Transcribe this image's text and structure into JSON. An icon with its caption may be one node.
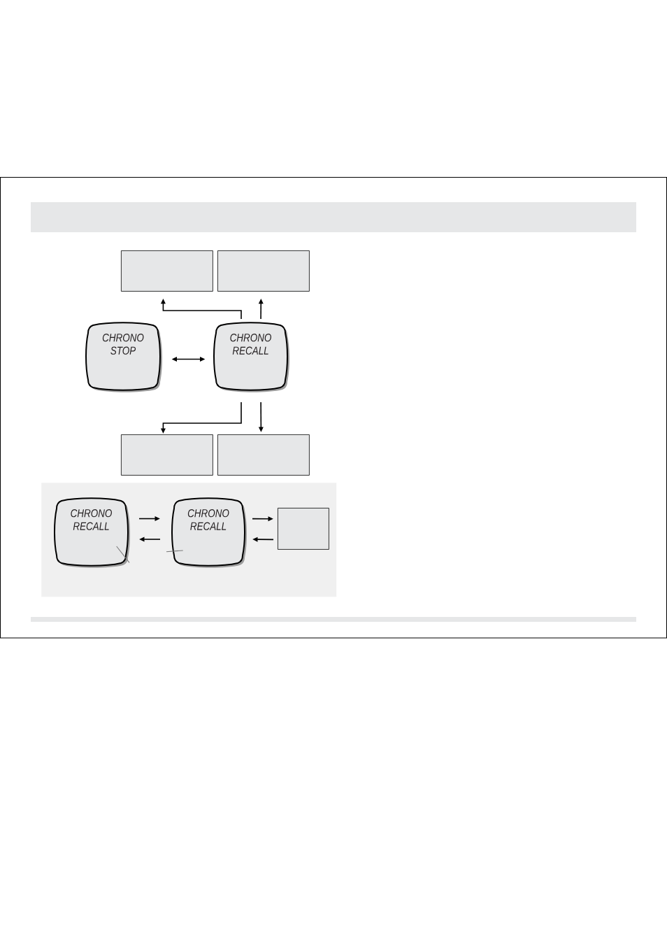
{
  "diagram": {
    "nodes": [
      {
        "text": [],
        "shape": "box"
      },
      {
        "text": [],
        "shape": "box"
      },
      {
        "text": [
          "CHRONO STOP"
        ]
      },
      {
        "text": [
          "CHRONO RECALL"
        ]
      },
      {
        "text": [],
        "shape": "box"
      },
      {
        "text": [],
        "shape": "box"
      },
      {
        "text": [],
        "shape": "box"
      },
      {
        "text": [
          "CHRONO RECALL"
        ],
        "in": 6
      },
      {
        "text": [
          "CHRONO RECALL"
        ],
        "in": 6
      },
      {
        "text": [],
        "shape": "box",
        "in": 6
      }
    ],
    "edges": [
      {
        "from": 3,
        "to": 0,
        "arrow": "to"
      },
      {
        "from": 3,
        "to": 1,
        "arrow": "to"
      },
      {
        "from": 2,
        "to": 3,
        "arrow": "both"
      },
      {
        "from": 3,
        "to": 4,
        "arrow": "to"
      },
      {
        "from": 3,
        "to": 5,
        "arrow": "to"
      },
      {
        "from": 7,
        "to": 8,
        "arrow": "to"
      },
      {
        "from": 8,
        "to": 7,
        "arrow": "to"
      },
      {
        "from": 8,
        "to": 9,
        "arrow": "to"
      },
      {
        "from": 9,
        "to": 8,
        "arrow": "to"
      },
      {
        "from": 7,
        "to": null,
        "arrow": "none",
        "color": "#7a7a7a"
      },
      {
        "from": 8,
        "to": null,
        "arrow": "none",
        "color": "#7a7a7a"
      }
    ]
  }
}
